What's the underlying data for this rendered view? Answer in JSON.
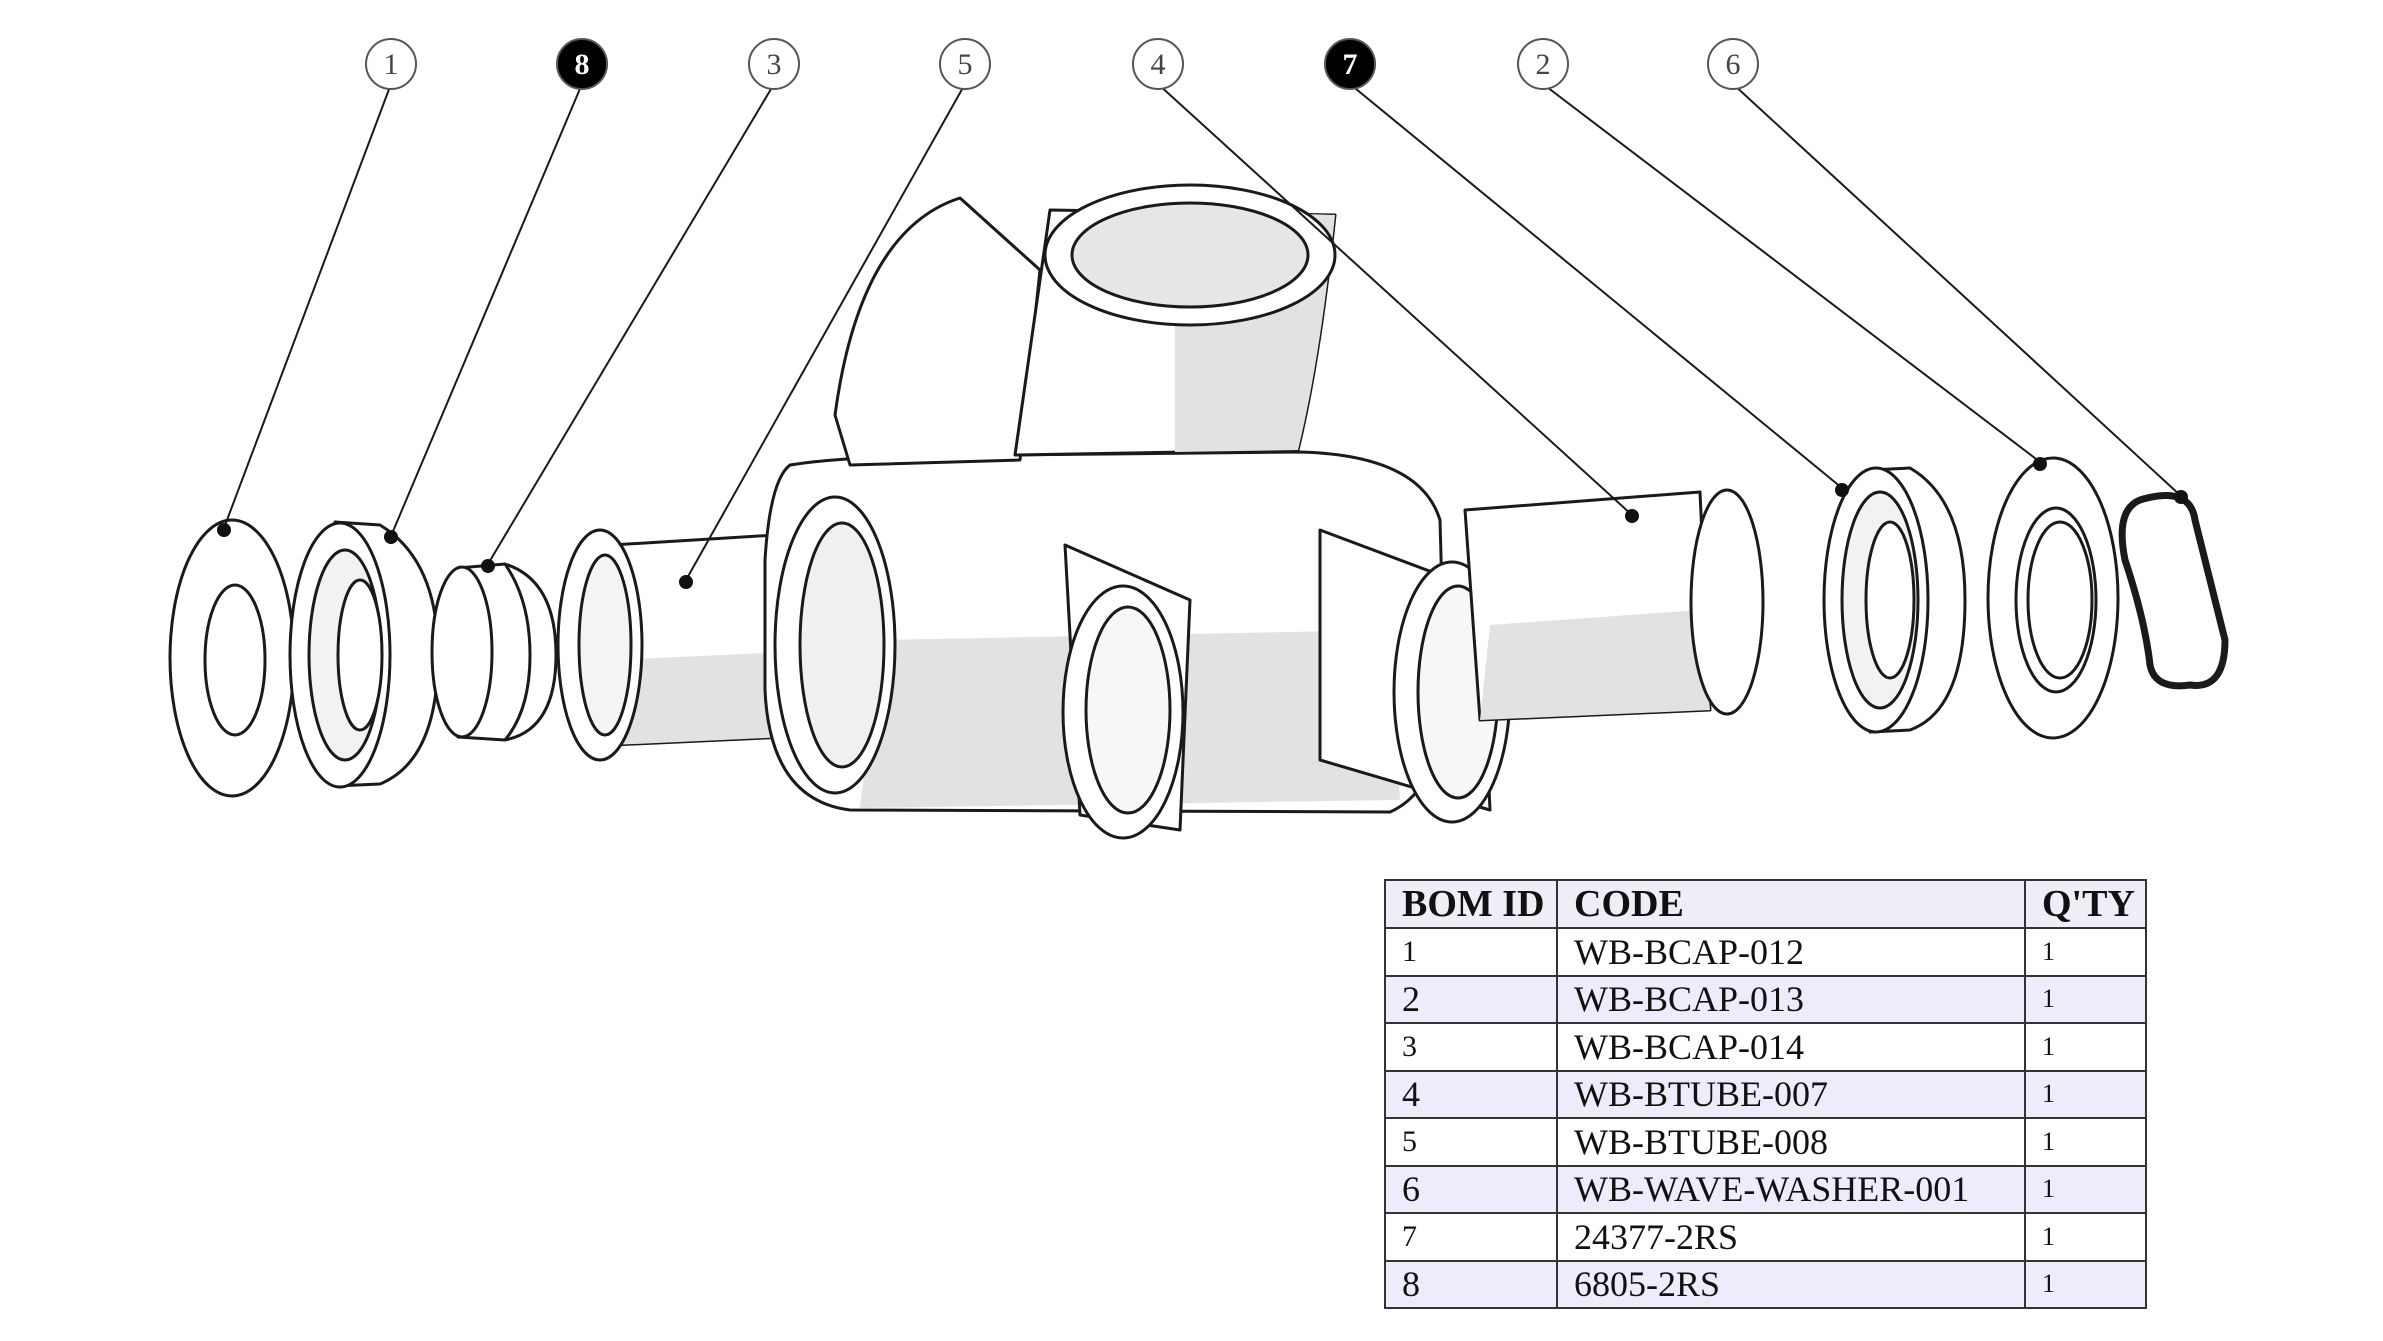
{
  "callouts": [
    {
      "label": "1",
      "filled": false
    },
    {
      "label": "8",
      "filled": true
    },
    {
      "label": "3",
      "filled": false
    },
    {
      "label": "5",
      "filled": false
    },
    {
      "label": "4",
      "filled": false
    },
    {
      "label": "7",
      "filled": true
    },
    {
      "label": "2",
      "filled": false
    },
    {
      "label": "6",
      "filled": false
    }
  ],
  "bom": {
    "headers": [
      "BOM ID",
      "CODE",
      "Q'TY"
    ],
    "rows": [
      {
        "id": "1",
        "code": "WB-BCAP-012",
        "qty": "1"
      },
      {
        "id": "2",
        "code": "WB-BCAP-013",
        "qty": "1"
      },
      {
        "id": "3",
        "code": "WB-BCAP-014",
        "qty": "1"
      },
      {
        "id": "4",
        "code": "WB-BTUBE-007",
        "qty": "1"
      },
      {
        "id": "5",
        "code": "WB-BTUBE-008",
        "qty": "1"
      },
      {
        "id": "6",
        "code": "WB-WAVE-WASHER-001",
        "qty": "1"
      },
      {
        "id": "7",
        "code": "24377-2RS",
        "qty": "1"
      },
      {
        "id": "8",
        "code": "6805-2RS",
        "qty": "1"
      }
    ]
  },
  "colors": {
    "line": "#1a1a1a",
    "shade": "#e2e2e2",
    "row_alt": "#ececfb"
  }
}
